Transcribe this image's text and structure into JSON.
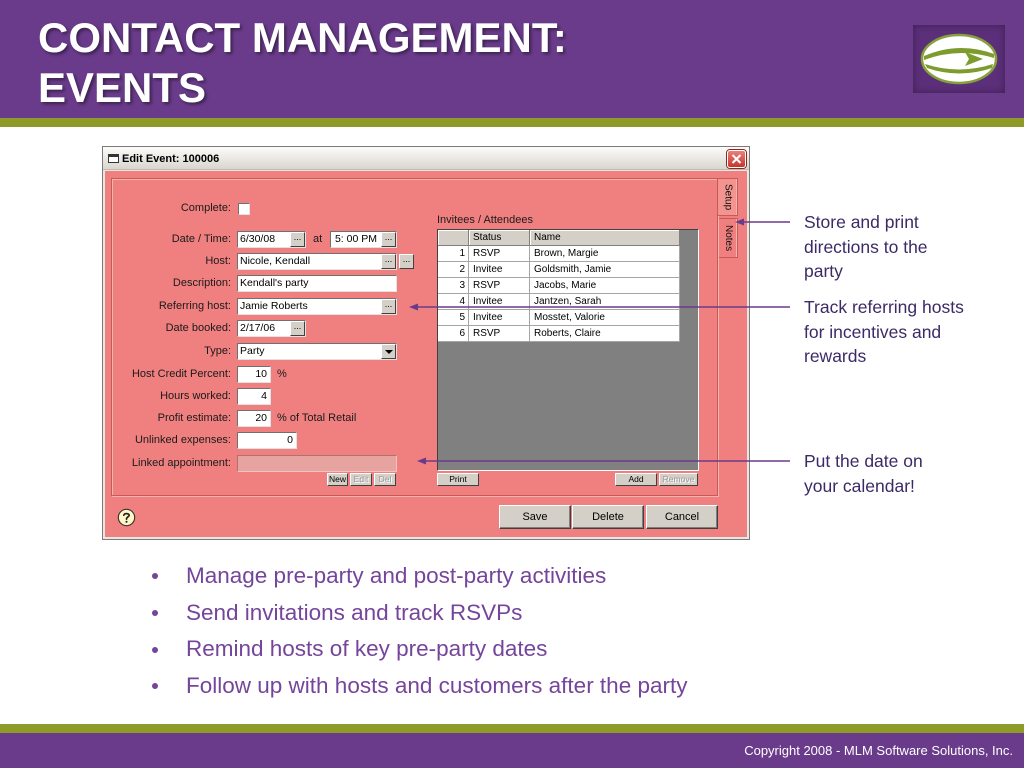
{
  "slide": {
    "title_line1": "CONTACT MANAGEMENT:",
    "title_line2": "EVENTS",
    "footer": "Copyright 2008 - MLM Software Solutions, Inc.",
    "logo_icon": "globe-swoosh-logo",
    "colors": {
      "header_purple": "#6A3B8B",
      "accent_olive": "#8E9B28",
      "dialog_background": "#F08080",
      "bullet_text": "#74459A",
      "annotation_text": "#3C2A66",
      "arrow": "#6A3B8B"
    }
  },
  "dialog": {
    "title": "Edit Event: 100006",
    "title_icon": "window-icon",
    "close_icon": "close-icon",
    "tabs": [
      {
        "label": "Setup",
        "selected": true
      },
      {
        "label": "Notes",
        "selected": false
      }
    ],
    "form": {
      "ellipsis": "...",
      "complete": {
        "label": "Complete:",
        "checked": false
      },
      "date_time": {
        "label": "Date / Time:",
        "date": "6/30/08",
        "at": "at",
        "time": "5: 00 PM"
      },
      "host": {
        "label": "Host:",
        "value": "Nicole, Kendall"
      },
      "description": {
        "label": "Description:",
        "value": "Kendall's party"
      },
      "referring_host": {
        "label": "Referring host:",
        "value": "Jamie Roberts"
      },
      "date_booked": {
        "label": "Date booked:",
        "value": "2/17/06"
      },
      "type": {
        "label": "Type:",
        "value": "Party",
        "icon": "chevron-down-icon"
      },
      "host_credit_percent": {
        "label": "Host Credit Percent:",
        "value": "10",
        "suffix": "%"
      },
      "hours_worked": {
        "label": "Hours worked:",
        "value": "4"
      },
      "profit_estimate": {
        "label": "Profit estimate:",
        "value": "20",
        "suffix": "% of Total Retail"
      },
      "unlinked_expenses": {
        "label": "Unlinked expenses:",
        "value": "0"
      },
      "linked_appointment": {
        "label": "Linked appointment:"
      },
      "appointment_buttons": {
        "new": "New",
        "edit": "Edit",
        "del": "Del"
      }
    },
    "invitees": {
      "label": "Invitees / Attendees",
      "columns": [
        "Status",
        "Name"
      ],
      "rows": [
        {
          "num": "1",
          "status": "RSVP",
          "name": "Brown, Margie"
        },
        {
          "num": "2",
          "status": "Invitee",
          "name": "Goldsmith, Jamie"
        },
        {
          "num": "3",
          "status": "RSVP",
          "name": "Jacobs, Marie"
        },
        {
          "num": "4",
          "status": "Invitee",
          "name": "Jantzen, Sarah"
        },
        {
          "num": "5",
          "status": "Invitee",
          "name": "Mosstet, Valorie"
        },
        {
          "num": "6",
          "status": "RSVP",
          "name": "Roberts, Claire"
        }
      ],
      "buttons": {
        "print": "Print",
        "add": "Add",
        "remove": "Remove"
      }
    },
    "footer_buttons": {
      "save": "Save",
      "delete": "Delete",
      "cancel": "Cancel"
    },
    "help_icon": "help-icon"
  },
  "annotations": [
    {
      "lines": [
        "Store and print",
        "directions to the",
        "party"
      ]
    },
    {
      "lines": [
        "Track referring hosts",
        "for incentives and",
        "rewards"
      ]
    },
    {
      "lines": [
        "Put the date on",
        "your calendar!"
      ]
    }
  ],
  "bullets": [
    "Manage pre-party and post-party activities",
    "Send invitations and track RSVPs",
    "Remind hosts of key pre-party dates",
    "Follow up with hosts and customers after the party"
  ]
}
